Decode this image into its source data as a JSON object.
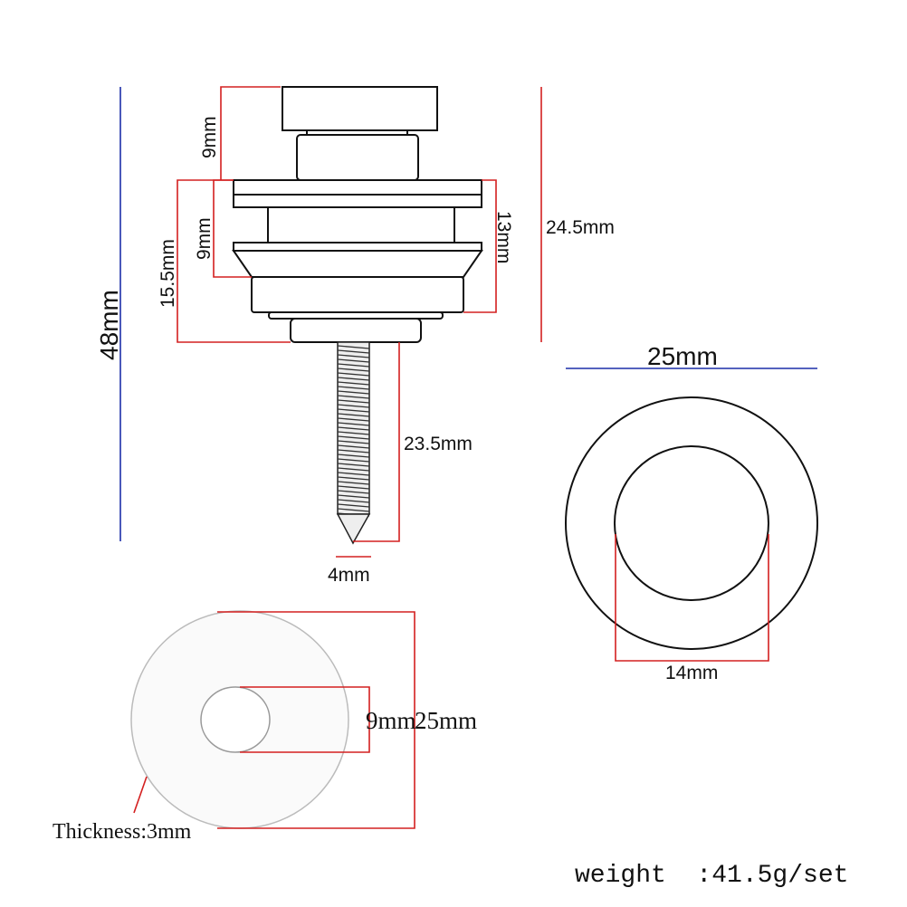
{
  "labels": {
    "cap_height": "9mm",
    "flange_height": "9mm",
    "body_height": "15.5mm",
    "lower_height": "13mm",
    "head_height": "24.5mm",
    "total_length": "48mm",
    "screw_length": "23.5mm",
    "screw_diameter": "4mm",
    "outer_diameter": "25mm",
    "inner_diameter": "14mm",
    "washer_hole": "9mm",
    "washer_diameter": "25mm",
    "thickness": "Thickness:3mm",
    "weight": "weight  :41.5g/set"
  },
  "colors": {
    "dimension_red": "#d42020",
    "dimension_blue": "#1c2ea8"
  }
}
